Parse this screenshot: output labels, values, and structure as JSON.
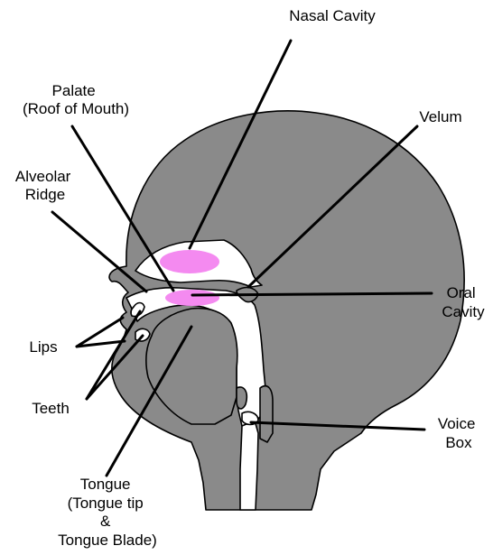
{
  "labels": {
    "nasal_cavity": "Nasal Cavity",
    "palate_line1": "Palate",
    "palate_line2": "(Roof of Mouth)",
    "velum": "Velum",
    "alveolar_line1": "Alveolar",
    "alveolar_line2": "Ridge",
    "oral_line1": "Oral",
    "oral_line2": "Cavity",
    "lips": "Lips",
    "teeth": "Teeth",
    "voice_line1": "Voice",
    "voice_line2": "Box",
    "tongue_line1": "Tongue",
    "tongue_line2": "(Tongue tip",
    "tongue_line3": "&",
    "tongue_line4": "Tongue Blade)"
  },
  "colors": {
    "tissue": "#8a8a8a",
    "highlight": "#f48af0",
    "outline": "#000000"
  }
}
